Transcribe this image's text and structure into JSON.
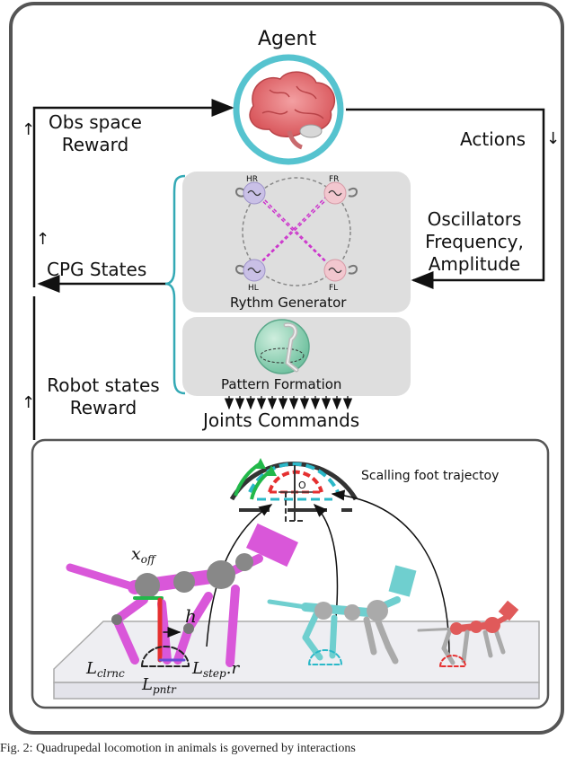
{
  "agent": {
    "title": "Agent"
  },
  "left_labels": {
    "obs_line1": "Obs space",
    "obs_line2": "Reward",
    "cpg": "CPG States",
    "robot_line1": "Robot states",
    "robot_line2": "Reward"
  },
  "right_labels": {
    "actions": "Actions",
    "osc_line1": "Oscillators",
    "osc_line2": "Frequency,",
    "osc_line3": "Amplitude"
  },
  "cpg_block": {
    "rhythm_title": "Rythm Generator",
    "pattern_title": "Pattern Formation",
    "nodes": [
      "HR",
      "FR",
      "HL",
      "FL"
    ]
  },
  "joints_commands": "Joints Commands",
  "bottom_panel": {
    "scaling_label": "Scalling foot trajectoy",
    "origin_label": "O",
    "params": {
      "x_off": "x",
      "x_off_sub": "off",
      "h": "h",
      "l_clrnc": "L",
      "l_clrnc_sub": "clrnc",
      "l_pntr": "L",
      "l_pntr_sub": "pntr",
      "l_step": "L",
      "l_step_sub": "step",
      "l_step_suffix": ".r"
    }
  },
  "caption": "Fig. 2: Quadrupedal locomotion in animals is governed by interactions",
  "colors": {
    "agent_ring": "#56c3cf",
    "brain": "#e8767a",
    "cpg_bg": "#dedede",
    "bracket": "#33a9b5",
    "magenta": "#cc33cc",
    "robot_magenta": "#d957d9",
    "robot_teal": "#6fcfcf",
    "robot_red": "#e05a5a",
    "green": "#22b84a",
    "red": "#e53030"
  }
}
